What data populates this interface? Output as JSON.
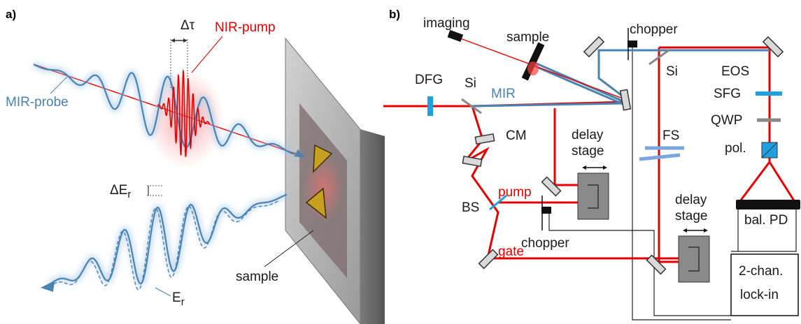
{
  "panels": {
    "a": "a)",
    "b": "b)"
  },
  "panel_a": {
    "delta_tau": "Δτ",
    "nir_pump": "NIR-pump",
    "mir_probe": "MIR-probe",
    "delta_er_main": "ΔE",
    "delta_er_sub": "r",
    "er_main": "E",
    "er_sub": "r",
    "sample": "sample"
  },
  "panel_b": {
    "imaging": "imaging",
    "sample": "sample",
    "chopper_top": "chopper",
    "dfg": "DFG",
    "si_left": "Si",
    "mir": "MIR",
    "si_right": "Si",
    "eos": "EOS",
    "sfg": "SFG",
    "qwp": "QWP",
    "pol": "pol.",
    "cm": "CM",
    "delay_stage_1_line1": "delay",
    "delay_stage_1_line2": "stage",
    "fs": "FS",
    "pump": "pump",
    "bs": "BS",
    "chopper_bottom": "chopper",
    "delay_stage_2_line1": "delay",
    "delay_stage_2_line2": "stage",
    "bal_pd": "bal. PD",
    "gate": "gate",
    "lockin_line1": "2-chan.",
    "lockin_line2": "lock-in"
  },
  "colors": {
    "nir_red": "#e60000",
    "mir_blue": "#4a82b0",
    "dfg_cyan": "#1fa0e0",
    "sample_gold": "#c8a020",
    "stage_gray": "#8a8a8a"
  }
}
